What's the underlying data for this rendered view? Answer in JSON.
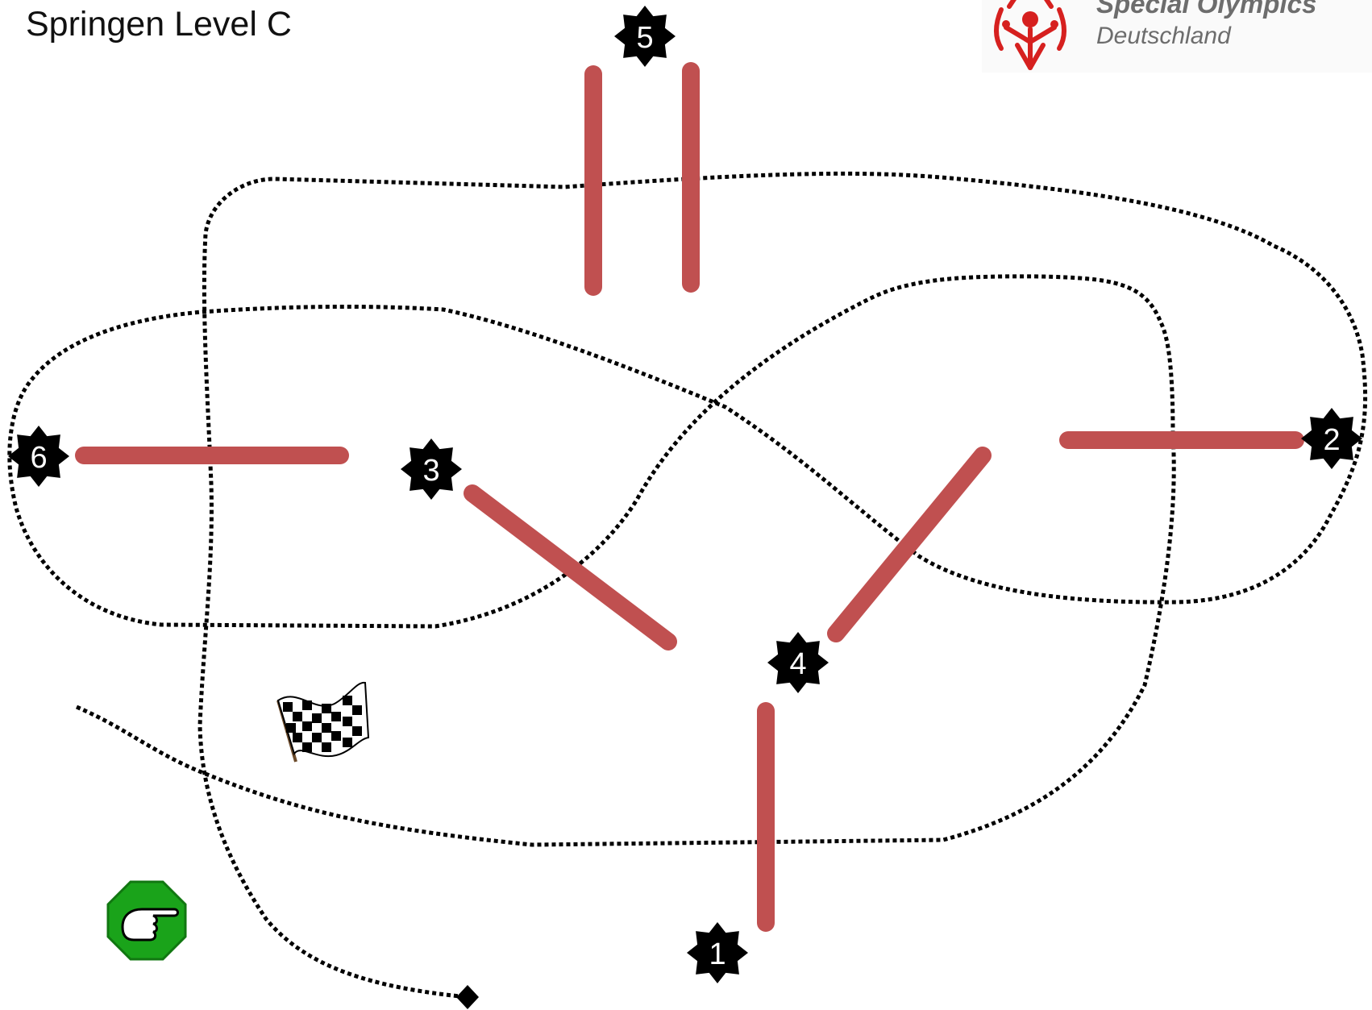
{
  "title": "Springen Level C",
  "logo": {
    "brand": "Special Olympics",
    "country": "Deutschland",
    "color": "#d6201f",
    "icon": "special-olympics-emblem"
  },
  "course": {
    "path_style": "dotted",
    "obstacle_color": "#c05050",
    "marker_color": "#000000",
    "markers": [
      {
        "key": "1",
        "label": "1"
      },
      {
        "key": "2",
        "label": "2"
      },
      {
        "key": "3",
        "label": "3"
      },
      {
        "key": "4",
        "label": "4"
      },
      {
        "key": "5",
        "label": "5"
      },
      {
        "key": "6",
        "label": "6"
      }
    ],
    "start_icon": "pointing-hand-icon",
    "start_icon_color": "#1aa31a",
    "finish_icon": "checkered-flag-icon",
    "end_icon": "diamond-end-icon"
  }
}
